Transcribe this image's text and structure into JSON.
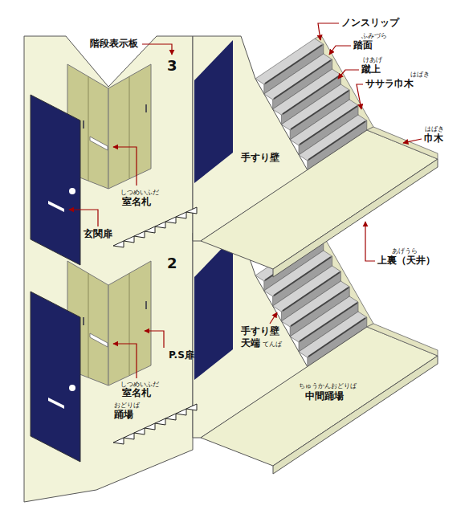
{
  "diagram": {
    "labels": [
      "階段表示板",
      "3",
      "ノンスリップ",
      "ふみづら",
      "踏面",
      "けあげ",
      "蹴上",
      "はばき",
      "ササラ巾木",
      "はばき",
      "巾木",
      "手すり壁",
      "しつめいふだ",
      "室名札",
      "玄関扉",
      "あげうら",
      "上裏（天井）",
      "2",
      "手すり壁",
      "てんば",
      "天端",
      "P.S扉",
      "しつめいふだ",
      "室名札",
      "おどりば",
      "踊場",
      "ちゅうかんおどりば",
      "中間踊場"
    ]
  }
}
